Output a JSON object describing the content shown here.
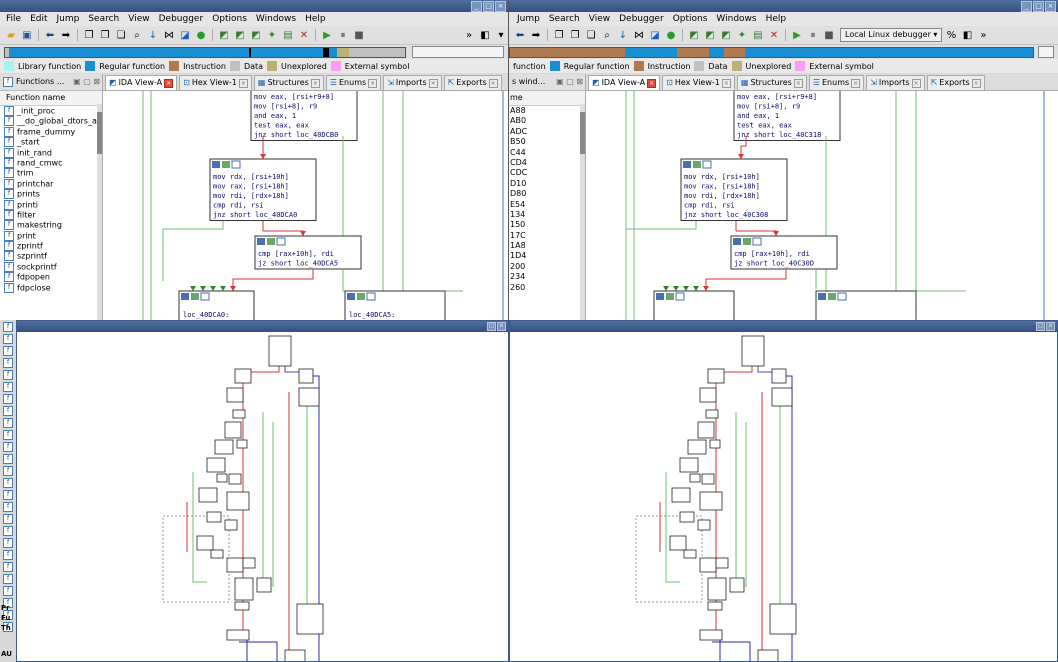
{
  "menu": [
    "File",
    "Edit",
    "Jump",
    "Search",
    "View",
    "Debugger",
    "Options",
    "Windows",
    "Help"
  ],
  "menu_right": [
    "Jump",
    "Search",
    "View",
    "Debugger",
    "Options",
    "Windows",
    "Help"
  ],
  "debugger_combo": "Local Linux debugger",
  "legend": [
    {
      "label": "Library function",
      "color": "#a6f3f3"
    },
    {
      "label": "Regular function",
      "color": "#1a8ed3"
    },
    {
      "label": "Instruction",
      "color": "#b07a50"
    },
    {
      "label": "Data",
      "color": "#c0c0c0"
    },
    {
      "label": "Unexplored",
      "color": "#bcb076"
    },
    {
      "label": "External symbol",
      "color": "#ff9af0"
    }
  ],
  "legend_right_first": "function",
  "functions_panel": {
    "title": "Functions ...",
    "column": "Function name"
  },
  "functions": [
    "_init_proc",
    "__do_global_dtors_au",
    "frame_dummy",
    "_start",
    "init_rand",
    "rand_cmwc",
    "trim",
    "printchar",
    "prints",
    "printi",
    "filter",
    "makestring",
    "print",
    "zprintf",
    "szprintf",
    "sockprintf",
    "fdpopen",
    "fdpclose"
  ],
  "right_panel_title": "s wind...",
  "right_panel_column": "me",
  "right_addresses": [
    "A88",
    "AB0",
    "ADC",
    "B50",
    "C44",
    "CD4",
    "CDC",
    "D10",
    "D80",
    "E54",
    "134",
    "150",
    "17C",
    "1A8",
    "1D4",
    "200",
    "234",
    "260"
  ],
  "tabs": [
    "IDA View-A",
    "Hex View-1",
    "Structures",
    "Enums",
    "Imports",
    "Exports"
  ],
  "left_code": {
    "top": [
      "mov     eax, [rsi+r9+8]",
      "mov     [rsi+8], r9",
      "and     eax, 1",
      "test    eax, eax",
      "jnz     short loc_40DCB0"
    ],
    "mid": [
      "mov     rdx, [rsi+10h]",
      "mov     rax, [rsi+18h]",
      "mov     rdi, [rdx+18h]",
      "cmp     rdi, rsi",
      "jnz     short loc_40DCA0"
    ],
    "small": [
      "cmp     [rax+10h], rdi",
      "jz      short loc_40DCA5"
    ],
    "bottom_left": "loc_40DCA0:",
    "bottom_right": "loc_40DCA5:"
  },
  "right_code": {
    "top": [
      "mov     eax, [rsi+r9+8]",
      "mov     [rsi+8], r9",
      "and     eax, 1",
      "test    eax, eax",
      "jnz     short loc_40C318"
    ],
    "mid": [
      "mov     rdx, [rsi+10h]",
      "mov     rax, [rsi+18h]",
      "mov     rdi, [rdx+18h]",
      "cmp     rdi, rsi",
      "jnz     short loc_40C308"
    ],
    "small": [
      "cmp     [rax+10h], rdi",
      "jz      short loc_40C30D"
    ]
  },
  "bottom_left_labels": [
    "Pr",
    "Fu",
    "Th",
    "AU"
  ]
}
